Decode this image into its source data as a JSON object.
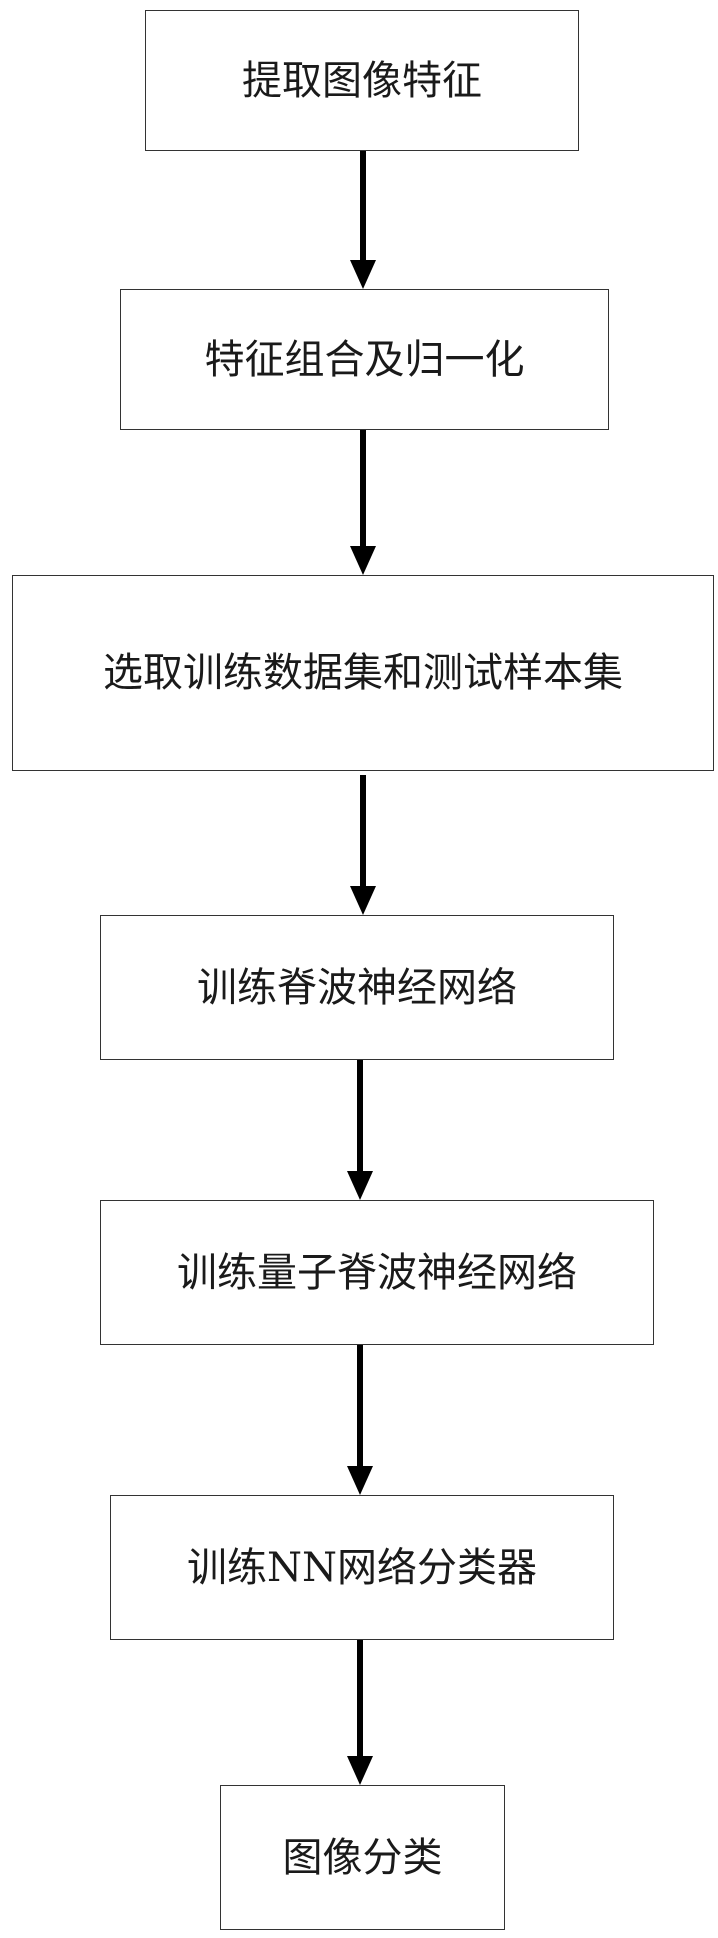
{
  "flowchart": {
    "steps": [
      {
        "label": "提取图像特征"
      },
      {
        "label": "特征组合及归一化"
      },
      {
        "label": "选取训练数据集和测试样本集"
      },
      {
        "label": "训练脊波神经网络"
      },
      {
        "label": "训练量子脊波神经网络"
      },
      {
        "label": "训练NN网络分类器"
      },
      {
        "label": "图像分类"
      }
    ],
    "colors": {
      "border": "#333333",
      "arrow": "#000000",
      "text": "#1a1a1a"
    }
  }
}
